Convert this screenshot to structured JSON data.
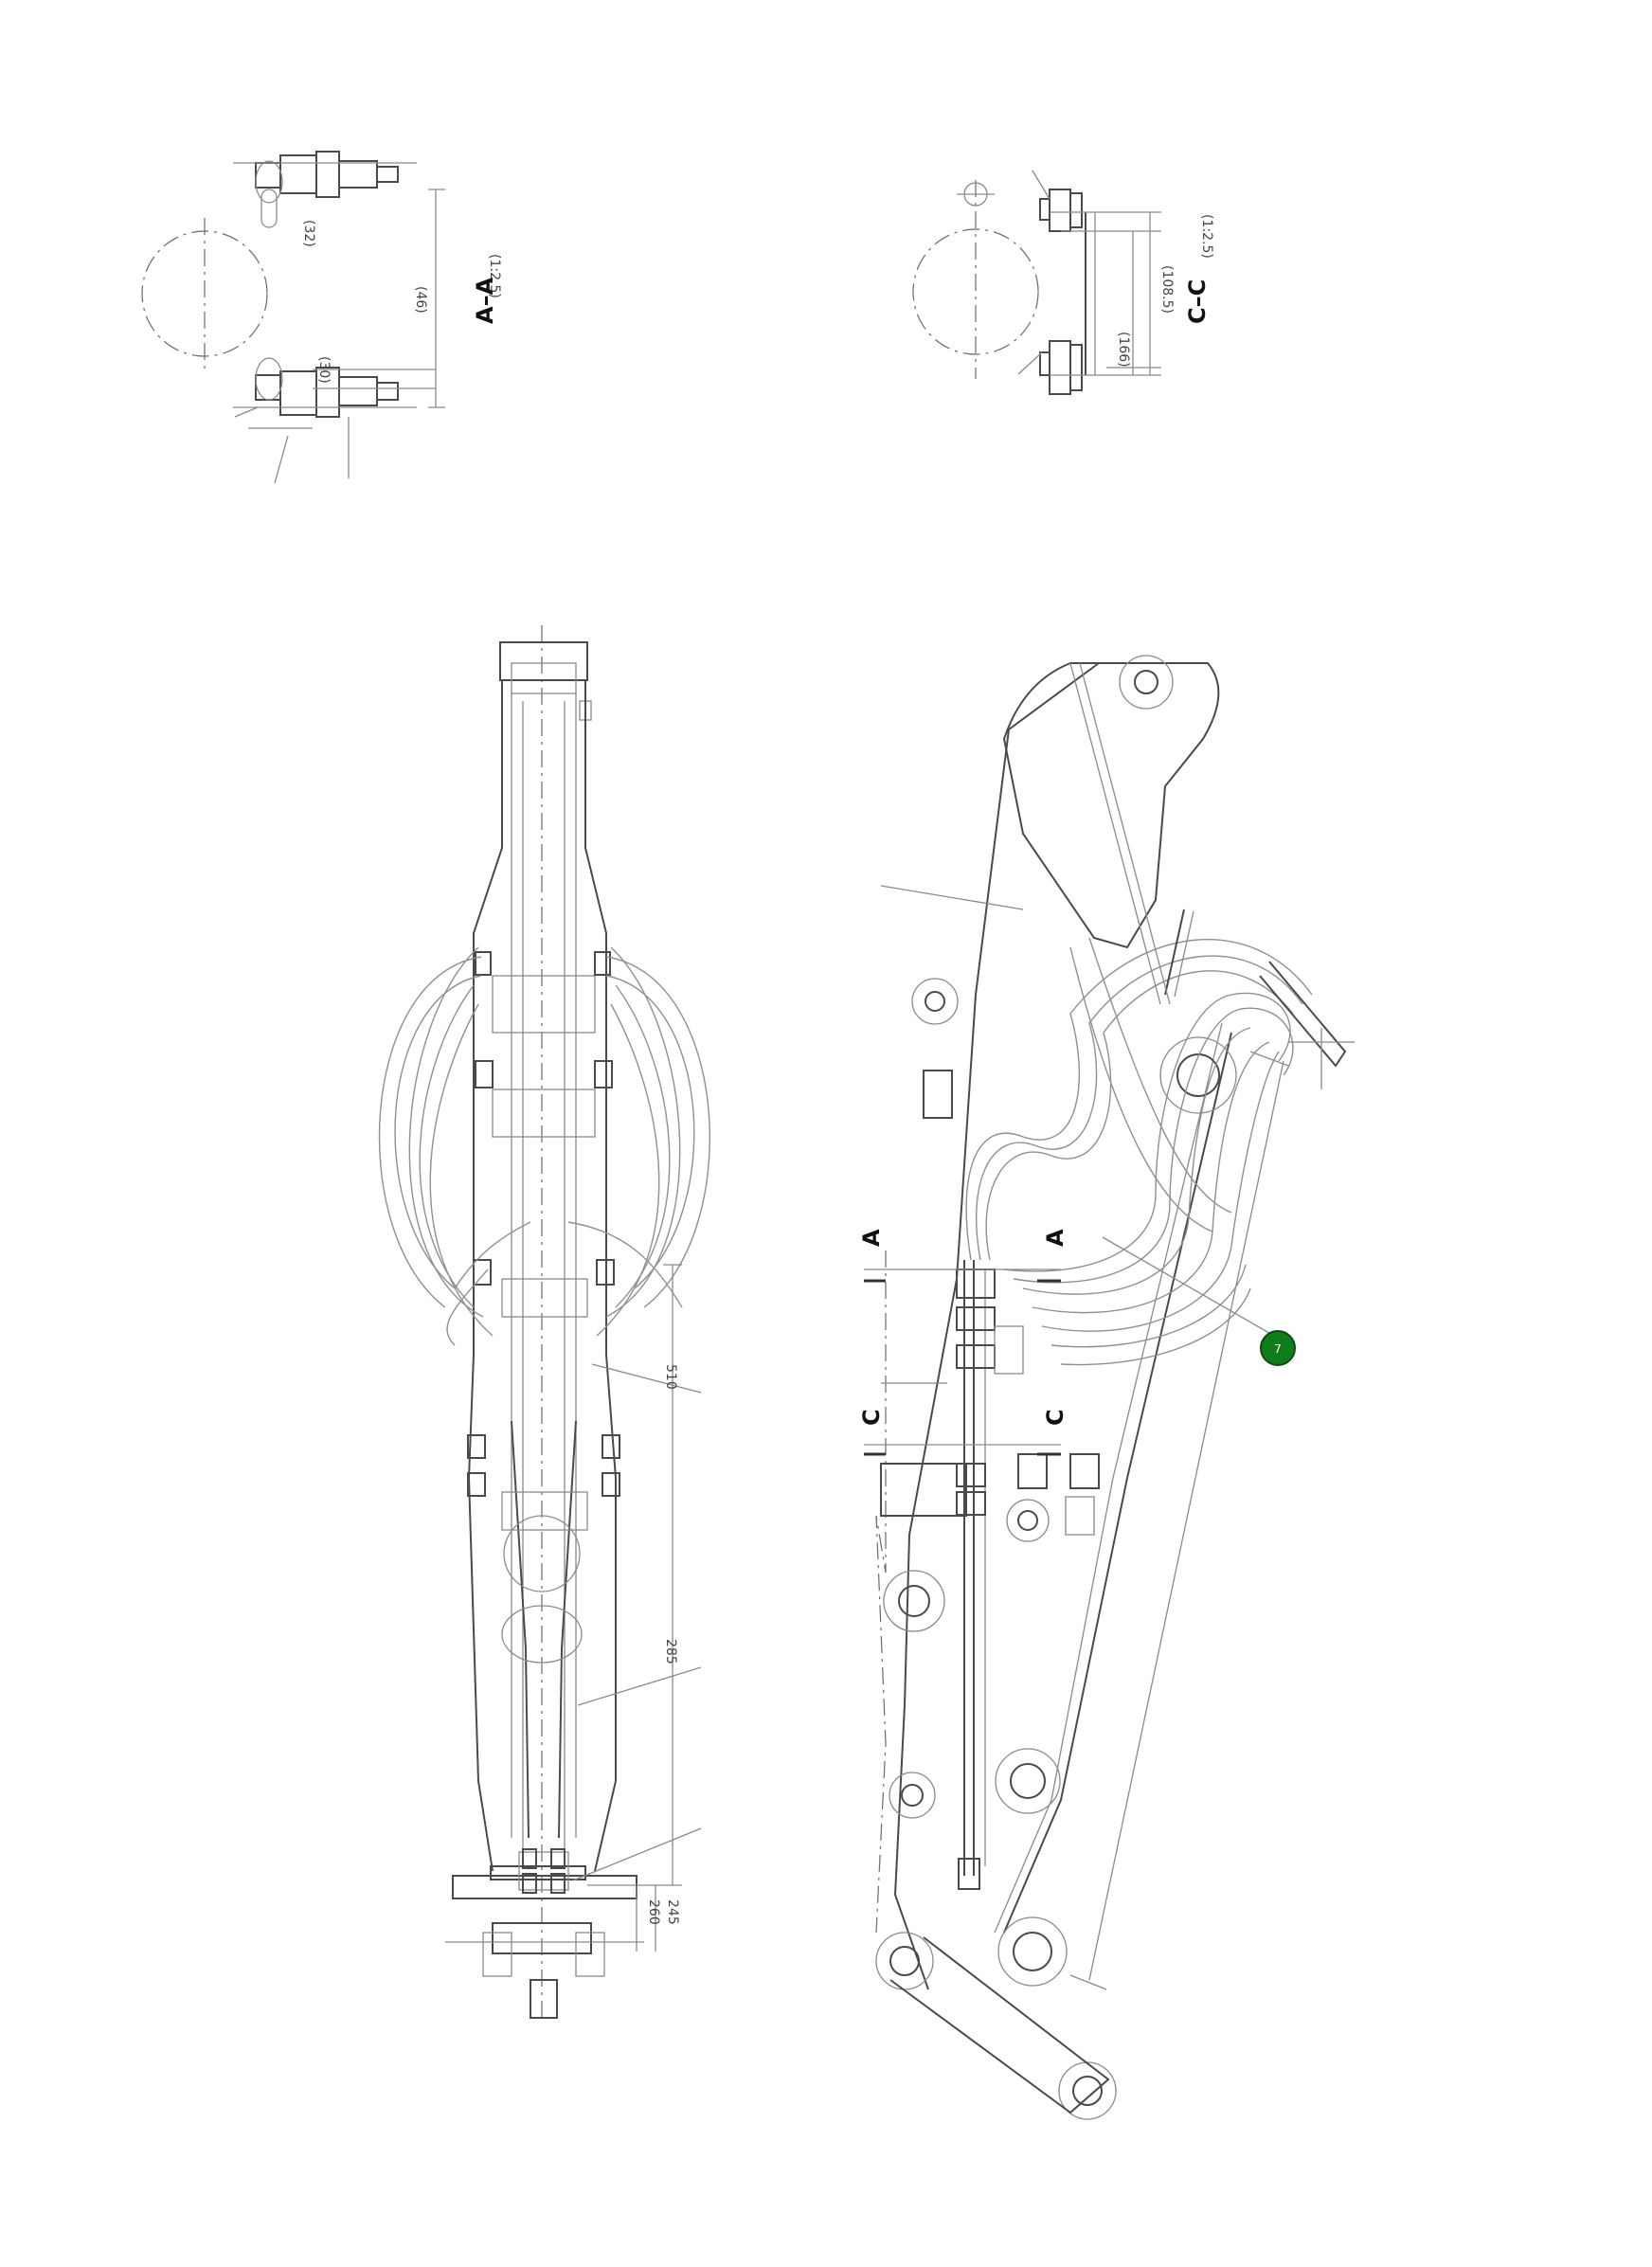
{
  "section_aa": {
    "title": "A–A",
    "scale": "(1:2.5)",
    "dims": [
      "(32)",
      "(30)",
      "(46)"
    ]
  },
  "section_cc": {
    "title": "C–C",
    "scale": "(1:2.5)",
    "dims": [
      "(108.5)",
      "(166)"
    ]
  },
  "plan_view": {
    "dims": [
      "510",
      "285",
      "260",
      "245"
    ]
  },
  "side_view": {
    "section_marks": {
      "a_left": "A",
      "a_right": "A",
      "c_left": "C",
      "c_right": "C"
    }
  },
  "callout": {
    "number": "7",
    "color": "#0f7d1a"
  }
}
